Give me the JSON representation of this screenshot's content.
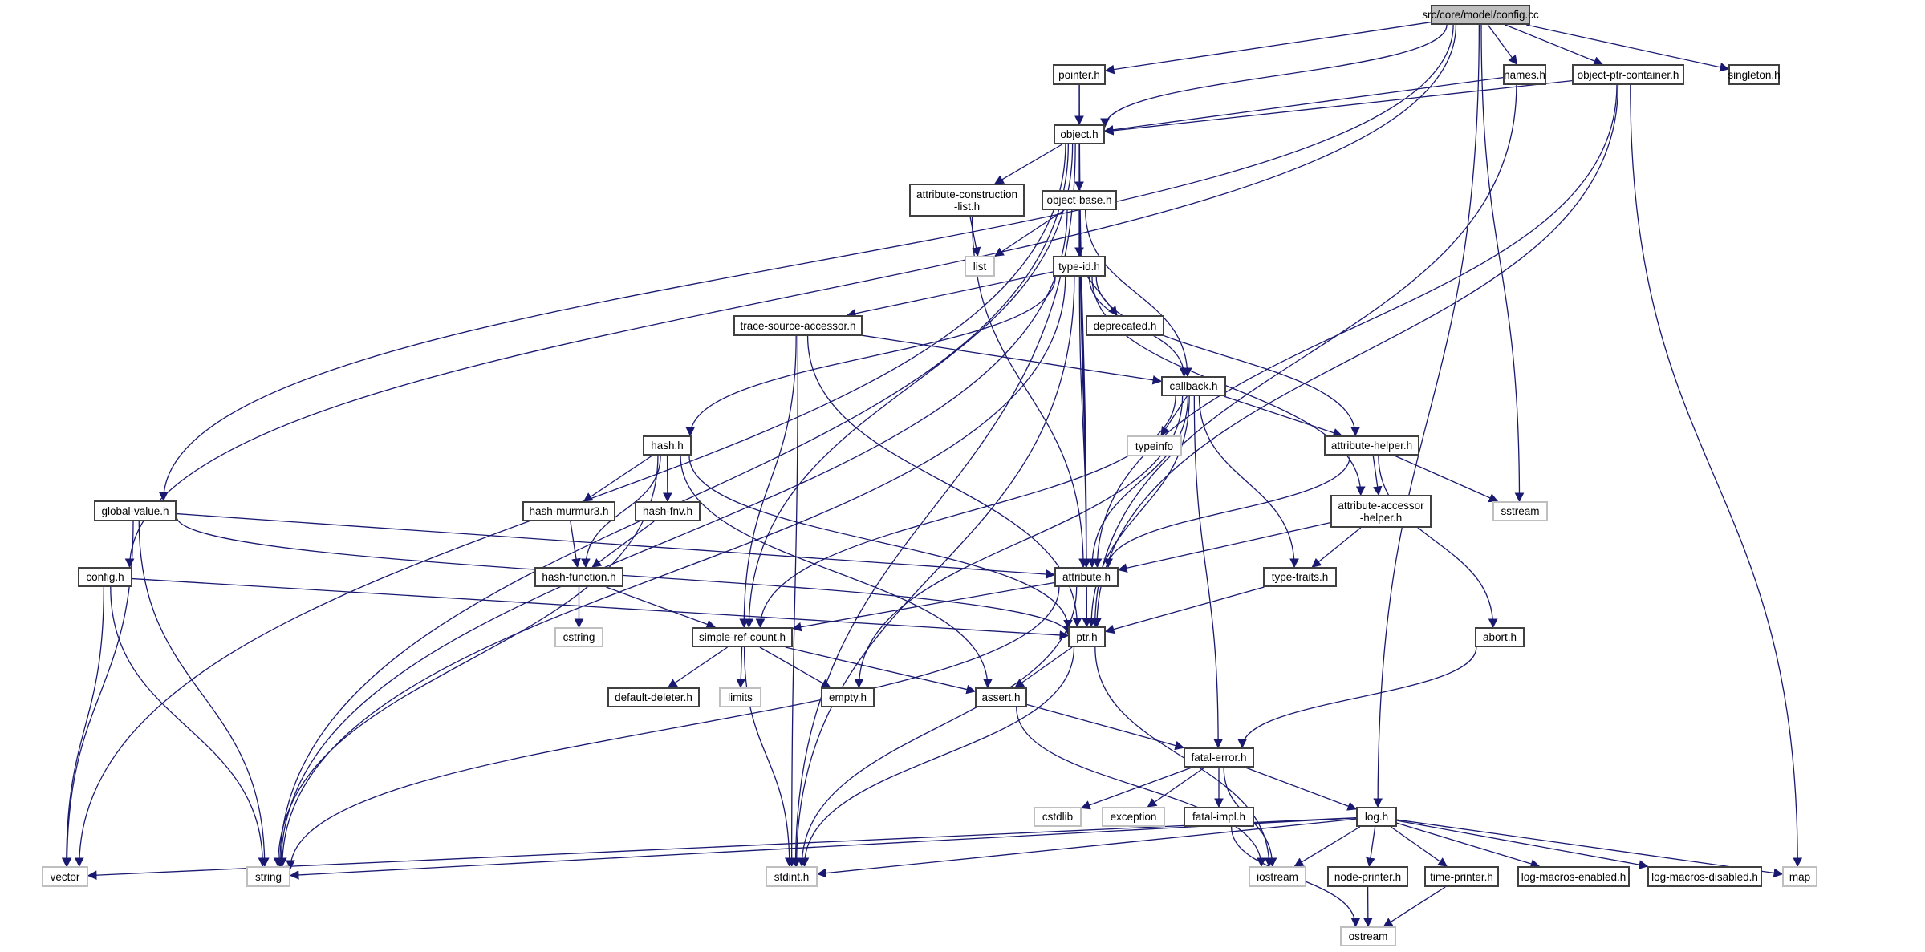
{
  "title": "src/core/model/config.cc",
  "colors": {
    "edge": "#191970",
    "root_fill": "#bfbfbf",
    "node_border": "#404040",
    "system_border": "#bfbfbf"
  },
  "nodes": [
    {
      "id": "config_cc",
      "label": "src/core/model/config.cc",
      "kind": "root"
    },
    {
      "id": "pointer_h",
      "label": "pointer.h",
      "kind": "file"
    },
    {
      "id": "names_h",
      "label": "names.h",
      "kind": "file"
    },
    {
      "id": "opc_h",
      "label": "object-ptr-container.h",
      "kind": "file"
    },
    {
      "id": "singleton_h",
      "label": "singleton.h",
      "kind": "file"
    },
    {
      "id": "object_h",
      "label": "object.h",
      "kind": "file"
    },
    {
      "id": "acl_h",
      "label": "attribute-construction\n-list.h",
      "kind": "file"
    },
    {
      "id": "objbase_h",
      "label": "object-base.h",
      "kind": "file"
    },
    {
      "id": "list",
      "label": "list",
      "kind": "system"
    },
    {
      "id": "typeid_h",
      "label": "type-id.h",
      "kind": "file"
    },
    {
      "id": "tsa_h",
      "label": "trace-source-accessor.h",
      "kind": "file"
    },
    {
      "id": "deprecated_h",
      "label": "deprecated.h",
      "kind": "file"
    },
    {
      "id": "callback_h",
      "label": "callback.h",
      "kind": "file"
    },
    {
      "id": "typeinfo",
      "label": "typeinfo",
      "kind": "system"
    },
    {
      "id": "hash_h",
      "label": "hash.h",
      "kind": "file"
    },
    {
      "id": "attrhelper_h",
      "label": "attribute-helper.h",
      "kind": "file"
    },
    {
      "id": "sstream",
      "label": "sstream",
      "kind": "system"
    },
    {
      "id": "murmur_h",
      "label": "hash-murmur3.h",
      "kind": "file"
    },
    {
      "id": "fnv_h",
      "label": "hash-fnv.h",
      "kind": "file"
    },
    {
      "id": "aah_h",
      "label": "attribute-accessor\n-helper.h",
      "kind": "file"
    },
    {
      "id": "globalvalue_h",
      "label": "global-value.h",
      "kind": "file"
    },
    {
      "id": "config_h",
      "label": "config.h",
      "kind": "file"
    },
    {
      "id": "hashfunc_h",
      "label": "hash-function.h",
      "kind": "file"
    },
    {
      "id": "attribute_h",
      "label": "attribute.h",
      "kind": "file"
    },
    {
      "id": "typetraits_h",
      "label": "type-traits.h",
      "kind": "file"
    },
    {
      "id": "cstring",
      "label": "cstring",
      "kind": "system"
    },
    {
      "id": "src_h",
      "label": "simple-ref-count.h",
      "kind": "file"
    },
    {
      "id": "ptr_h",
      "label": "ptr.h",
      "kind": "file"
    },
    {
      "id": "abort_h",
      "label": "abort.h",
      "kind": "file"
    },
    {
      "id": "dd_h",
      "label": "default-deleter.h",
      "kind": "file"
    },
    {
      "id": "limits",
      "label": "limits",
      "kind": "system"
    },
    {
      "id": "empty_h",
      "label": "empty.h",
      "kind": "file"
    },
    {
      "id": "assert_h",
      "label": "assert.h",
      "kind": "file"
    },
    {
      "id": "fatalerror_h",
      "label": "fatal-error.h",
      "kind": "file"
    },
    {
      "id": "cstdlib",
      "label": "cstdlib",
      "kind": "system"
    },
    {
      "id": "exception",
      "label": "exception",
      "kind": "system"
    },
    {
      "id": "fatalimpl_h",
      "label": "fatal-impl.h",
      "kind": "file"
    },
    {
      "id": "log_h",
      "label": "log.h",
      "kind": "file"
    },
    {
      "id": "vector",
      "label": "vector",
      "kind": "system"
    },
    {
      "id": "string",
      "label": "string",
      "kind": "system"
    },
    {
      "id": "stdint_h",
      "label": "stdint.h",
      "kind": "system"
    },
    {
      "id": "iostream",
      "label": "iostream",
      "kind": "system"
    },
    {
      "id": "nodeprinter_h",
      "label": "node-printer.h",
      "kind": "file"
    },
    {
      "id": "timeprinter_h",
      "label": "time-printer.h",
      "kind": "file"
    },
    {
      "id": "lme_h",
      "label": "log-macros-enabled.h",
      "kind": "file"
    },
    {
      "id": "lmd_h",
      "label": "log-macros-disabled.h",
      "kind": "file"
    },
    {
      "id": "map",
      "label": "map",
      "kind": "system"
    },
    {
      "id": "ostream",
      "label": "ostream",
      "kind": "system"
    }
  ],
  "edges": [
    [
      "config_cc",
      "pointer_h"
    ],
    [
      "config_cc",
      "names_h"
    ],
    [
      "config_cc",
      "opc_h"
    ],
    [
      "config_cc",
      "singleton_h"
    ],
    [
      "config_cc",
      "object_h"
    ],
    [
      "config_cc",
      "globalvalue_h"
    ],
    [
      "config_cc",
      "config_h"
    ],
    [
      "config_cc",
      "sstream"
    ],
    [
      "config_cc",
      "log_h"
    ],
    [
      "pointer_h",
      "object_h"
    ],
    [
      "pointer_h",
      "attribute_h"
    ],
    [
      "names_h",
      "object_h"
    ],
    [
      "names_h",
      "ptr_h"
    ],
    [
      "opc_h",
      "object_h"
    ],
    [
      "opc_h",
      "attribute_h"
    ],
    [
      "opc_h",
      "ptr_h"
    ],
    [
      "opc_h",
      "map"
    ],
    [
      "object_h",
      "acl_h"
    ],
    [
      "object_h",
      "objbase_h"
    ],
    [
      "object_h",
      "attribute_h"
    ],
    [
      "object_h",
      "ptr_h"
    ],
    [
      "object_h",
      "vector"
    ],
    [
      "object_h",
      "string"
    ],
    [
      "object_h",
      "stdint_h"
    ],
    [
      "object_h",
      "src_h"
    ],
    [
      "acl_h",
      "list"
    ],
    [
      "acl_h",
      "attribute_h"
    ],
    [
      "objbase_h",
      "list"
    ],
    [
      "objbase_h",
      "typeid_h"
    ],
    [
      "objbase_h",
      "callback_h"
    ],
    [
      "objbase_h",
      "string"
    ],
    [
      "typeid_h",
      "tsa_h"
    ],
    [
      "typeid_h",
      "deprecated_h"
    ],
    [
      "typeid_h",
      "callback_h"
    ],
    [
      "typeid_h",
      "hash_h"
    ],
    [
      "typeid_h",
      "attrhelper_h"
    ],
    [
      "typeid_h",
      "aah_h"
    ],
    [
      "typeid_h",
      "attribute_h"
    ],
    [
      "typeid_h",
      "string"
    ],
    [
      "typeid_h",
      "stdint_h"
    ],
    [
      "tsa_h",
      "callback_h"
    ],
    [
      "tsa_h",
      "ptr_h"
    ],
    [
      "tsa_h",
      "src_h"
    ],
    [
      "tsa_h",
      "stdint_h"
    ],
    [
      "callback_h",
      "typeinfo"
    ],
    [
      "callback_h",
      "attrhelper_h"
    ],
    [
      "callback_h",
      "attribute_h"
    ],
    [
      "callback_h",
      "ptr_h"
    ],
    [
      "callback_h",
      "src_h"
    ],
    [
      "callback_h",
      "typetraits_h"
    ],
    [
      "callback_h",
      "fatalerror_h"
    ],
    [
      "callback_h",
      "empty_h"
    ],
    [
      "hash_h",
      "murmur_h"
    ],
    [
      "hash_h",
      "fnv_h"
    ],
    [
      "hash_h",
      "hashfunc_h"
    ],
    [
      "hash_h",
      "assert_h"
    ],
    [
      "hash_h",
      "ptr_h"
    ],
    [
      "hash_h",
      "string"
    ],
    [
      "attrhelper_h",
      "aah_h"
    ],
    [
      "attrhelper_h",
      "sstream"
    ],
    [
      "attrhelper_h",
      "abort_h"
    ],
    [
      "attrhelper_h",
      "attribute_h"
    ],
    [
      "murmur_h",
      "hashfunc_h"
    ],
    [
      "fnv_h",
      "hashfunc_h"
    ],
    [
      "aah_h",
      "attribute_h"
    ],
    [
      "aah_h",
      "typetraits_h"
    ],
    [
      "globalvalue_h",
      "attribute_h"
    ],
    [
      "globalvalue_h",
      "ptr_h"
    ],
    [
      "globalvalue_h",
      "vector"
    ],
    [
      "globalvalue_h",
      "string"
    ],
    [
      "config_h",
      "ptr_h"
    ],
    [
      "config_h",
      "vector"
    ],
    [
      "config_h",
      "string"
    ],
    [
      "hashfunc_h",
      "cstring"
    ],
    [
      "hashfunc_h",
      "src_h"
    ],
    [
      "attribute_h",
      "ptr_h"
    ],
    [
      "attribute_h",
      "src_h"
    ],
    [
      "attribute_h",
      "string"
    ],
    [
      "attribute_h",
      "stdint_h"
    ],
    [
      "typetraits_h",
      "ptr_h"
    ],
    [
      "src_h",
      "dd_h"
    ],
    [
      "src_h",
      "limits"
    ],
    [
      "src_h",
      "empty_h"
    ],
    [
      "src_h",
      "assert_h"
    ],
    [
      "src_h",
      "stdint_h"
    ],
    [
      "ptr_h",
      "assert_h"
    ],
    [
      "ptr_h",
      "iostream"
    ],
    [
      "ptr_h",
      "stdint_h"
    ],
    [
      "abort_h",
      "fatalerror_h"
    ],
    [
      "assert_h",
      "fatalerror_h"
    ],
    [
      "assert_h",
      "iostream"
    ],
    [
      "fatalerror_h",
      "cstdlib"
    ],
    [
      "fatalerror_h",
      "exception"
    ],
    [
      "fatalerror_h",
      "fatalimpl_h"
    ],
    [
      "fatalerror_h",
      "log_h"
    ],
    [
      "fatalerror_h",
      "iostream"
    ],
    [
      "fatalimpl_h",
      "ostream"
    ],
    [
      "log_h",
      "iostream"
    ],
    [
      "log_h",
      "nodeprinter_h"
    ],
    [
      "log_h",
      "timeprinter_h"
    ],
    [
      "log_h",
      "lme_h"
    ],
    [
      "log_h",
      "lmd_h"
    ],
    [
      "log_h",
      "map"
    ],
    [
      "log_h",
      "vector"
    ],
    [
      "log_h",
      "string"
    ],
    [
      "log_h",
      "stdint_h"
    ],
    [
      "nodeprinter_h",
      "ostream"
    ],
    [
      "timeprinter_h",
      "ostream"
    ]
  ]
}
